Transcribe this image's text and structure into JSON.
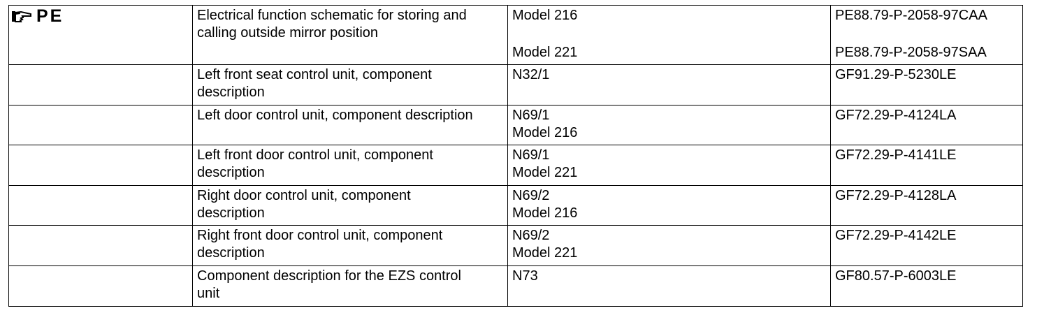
{
  "header_tag": {
    "text": "PE",
    "icon": "pointing-hand-icon"
  },
  "rows": [
    {
      "description": [
        "Electrical function schematic for storing and",
        "calling outside mirror position"
      ],
      "models": [
        "Model 216",
        "",
        "Model 221"
      ],
      "codes": [
        "PE88.79-P-2058-97CAA",
        "",
        "PE88.79-P-2058-97SAA"
      ]
    },
    {
      "description": [
        "Left front seat control unit, component",
        "description"
      ],
      "models": [
        "N32/1"
      ],
      "codes": [
        "GF91.29-P-5230LE"
      ]
    },
    {
      "description": [
        "Left door control unit, component description"
      ],
      "models": [
        "N69/1",
        "Model 216"
      ],
      "codes": [
        "GF72.29-P-4124LA"
      ]
    },
    {
      "description": [
        "Left front door control unit, component",
        "description"
      ],
      "models": [
        "N69/1",
        "Model 221"
      ],
      "codes": [
        "GF72.29-P-4141LE"
      ]
    },
    {
      "description": [
        "Right door control unit, component",
        "description"
      ],
      "models": [
        "N69/2",
        "Model 216"
      ],
      "codes": [
        "GF72.29-P-4128LA"
      ]
    },
    {
      "description": [
        "Right front door control unit, component",
        "description"
      ],
      "models": [
        "N69/2",
        "Model 221"
      ],
      "codes": [
        "GF72.29-P-4142LE"
      ]
    },
    {
      "description": [
        "Component description for the EZS control",
        "unit"
      ],
      "models": [
        "N73"
      ],
      "codes": [
        "GF80.57-P-6003LE"
      ]
    }
  ]
}
